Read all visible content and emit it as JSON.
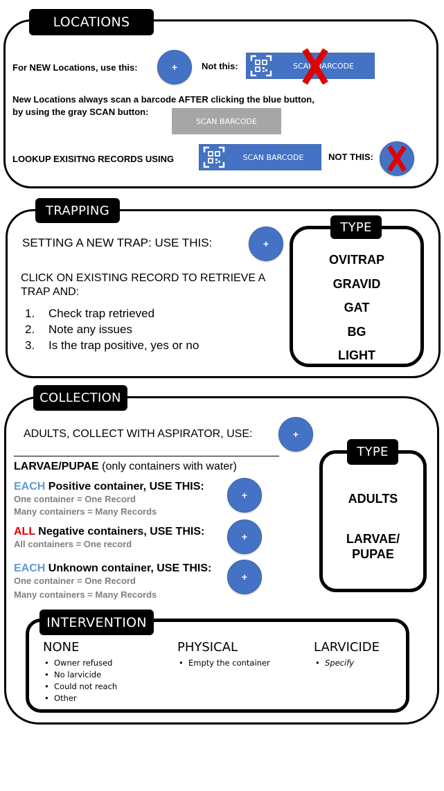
{
  "locations": {
    "tag": "LOCATIONS",
    "new_label": "For NEW Locations, use this:",
    "not_this_label": "Not this:",
    "scan_barcode_label": "SCAN BARCODE",
    "after_line1": "New Locations always scan a barcode AFTER clicking the blue button,",
    "after_line2": "by using the gray SCAN button:",
    "gray_scan_label": "SCAN BARCODE",
    "lookup_label": "LOOKUP EXISITNG RECORDS USING",
    "lookup_scan_label": "SCAN BARCODE",
    "not_this_caps": "NOT THIS:"
  },
  "trapping": {
    "tag": "TRAPPING",
    "setting_label": "SETTING A NEW TRAP: USE THIS:",
    "click_line1": "CLICK ON EXISTING RECORD TO RETRIEVE A",
    "click_line2": "TRAP AND:",
    "steps": [
      {
        "num": "1.",
        "text": "Check trap retrieved"
      },
      {
        "num": "2.",
        "text": "Note any issues"
      },
      {
        "num": "3.",
        "text": "Is the trap positive, yes or no"
      }
    ],
    "type_tag": "TYPE",
    "types": [
      "OVITRAP",
      "GRAVID",
      "GAT",
      "BG",
      "LIGHT"
    ]
  },
  "collection": {
    "tag": "COLLECTION",
    "adults_label": "ADULTS, COLLECT WITH ASPIRATOR, USE:",
    "larvae_heading": "LARVAE/PUPAE",
    "larvae_note": "(only containers with water)",
    "items": [
      {
        "emphasis": "EACH",
        "emphasis_color": "blue",
        "label": " Positive container, USE THIS:",
        "notes": [
          "One container = One Record",
          "Many containers = Many Records"
        ]
      },
      {
        "emphasis": "ALL",
        "emphasis_color": "red",
        "label": " Negative containers, USE THIS:",
        "notes": [
          "All containers = One record"
        ]
      },
      {
        "emphasis": "EACH",
        "emphasis_color": "blue",
        "label": " Unknown container, USE THIS:",
        "notes": [
          "One container = One Record",
          "Many containers = Many Records"
        ]
      }
    ],
    "type_tag": "TYPE",
    "types": [
      "ADULTS",
      "LARVAE/",
      "PUPAE"
    ]
  },
  "intervention": {
    "tag": "INTERVENTION",
    "columns": [
      {
        "title": "NONE",
        "items": [
          "Owner refused",
          "No larvicide",
          "Could not reach",
          "Other"
        ]
      },
      {
        "title": "PHYSICAL",
        "items": [
          "Empty the container"
        ]
      },
      {
        "title": "LARVICIDE",
        "items": [
          "Specify"
        ]
      }
    ]
  },
  "icons": {
    "plus": "+",
    "plus_button_color": "#4472c4",
    "reject_mark_color": "#e00000",
    "emphasis_blue": "#5b9bd5",
    "emphasis_red": "#e00000",
    "note_gray": "#7f7f7f"
  }
}
